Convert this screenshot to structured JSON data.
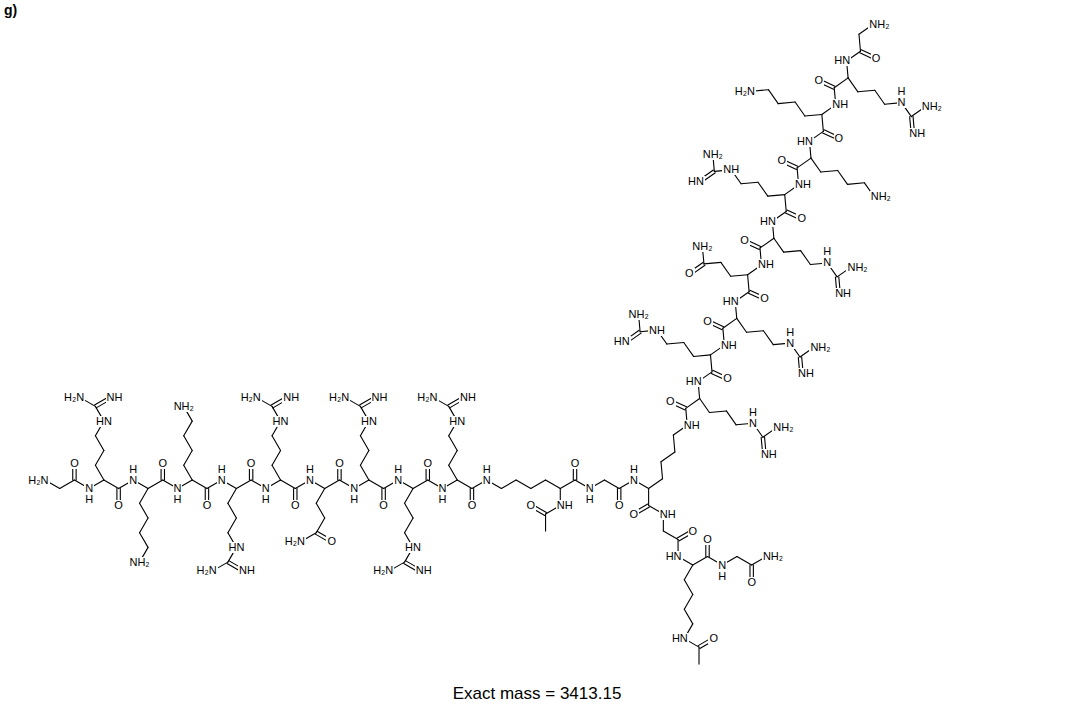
{
  "diagram": {
    "caption": "Exact mass = 3413.15",
    "labels": [
      "g)",
      "H₂N",
      "O",
      "N H",
      "HN",
      "H₂N",
      "NH",
      "O",
      "H N",
      "NH₂",
      "O",
      "N H",
      "NH₂",
      "O",
      "H N",
      "HN",
      "H₂N",
      "NH",
      "O",
      "N H",
      "HN",
      "H₂N",
      "NH",
      "O",
      "H N",
      "H₂N",
      "O",
      "O",
      "N H",
      "HN",
      "H₂N",
      "NH",
      "O",
      "H N",
      "HN",
      "H₂N",
      "NH",
      "O",
      "N H",
      "HN",
      "H₂N",
      "NH",
      "O",
      "H N",
      "NH",
      "O",
      "O",
      "N H",
      "O",
      "H N",
      "NH",
      "O",
      "H N",
      "NH",
      "NH₂",
      "HN",
      "O",
      "NH",
      "HN",
      "NH₂",
      "NH",
      "O",
      "H N",
      "NH",
      "NH₂",
      "HN",
      "O",
      "O",
      "NH₂",
      "NH",
      "O",
      "H N",
      "NH",
      "NH₂",
      "HN",
      "O",
      "NH",
      "HN",
      "NH₂",
      "NH",
      "O",
      "NH₂",
      "HN",
      "O",
      "H₂N",
      "NH",
      "O",
      "H N",
      "NH",
      "NH₂",
      "HN",
      "O",
      "NH₂",
      "O",
      "NH",
      "O",
      "HN",
      "HN",
      "O",
      "O",
      "N H",
      "O",
      "NH₂"
    ]
  }
}
